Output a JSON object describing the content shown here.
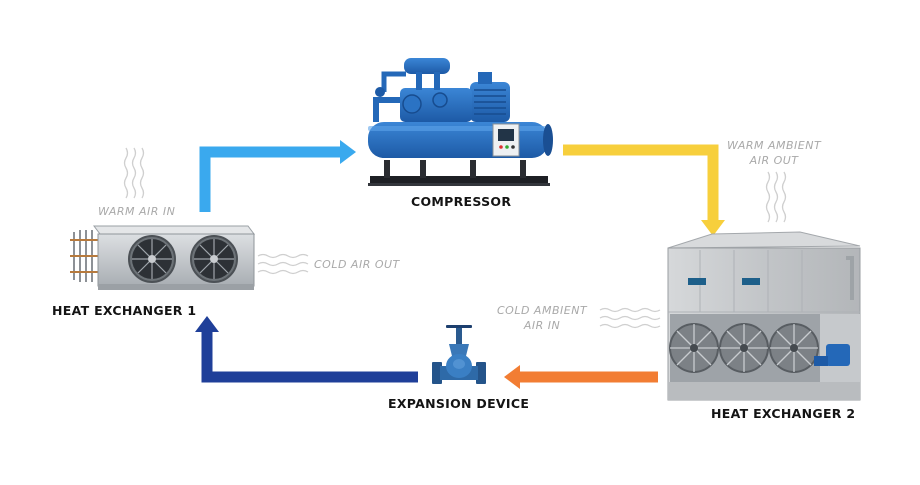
{
  "components": {
    "compressor": "COMPRESSOR",
    "heat_exchanger_1": "HEAT EXCHANGER 1",
    "heat_exchanger_2": "HEAT EXCHANGER 2",
    "expansion_device": "EXPANSION DEVICE"
  },
  "annotations": {
    "warm_air_in": "WARM AIR IN",
    "cold_air_out": "COLD AIR OUT",
    "warm_ambient_air_out": [
      "WARM AMBIENT",
      "AIR OUT"
    ],
    "cold_ambient_air_in": [
      "COLD AMBIENT",
      "AIR IN"
    ]
  },
  "colors": {
    "flow_light_blue": "#3aa9ee",
    "flow_dark_blue": "#1f3f99",
    "flow_yellow": "#f7cf3c",
    "flow_orange": "#f27d33",
    "equipment_blue": "#2468b8",
    "equipment_steel": "#c4c8cc",
    "annotation_gray": "#a9a9a9"
  },
  "icons": [
    "compressor-unit-icon",
    "evaporator-fan-unit-icon",
    "cooling-tower-icon",
    "expansion-valve-icon",
    "heat-wave-icon"
  ]
}
